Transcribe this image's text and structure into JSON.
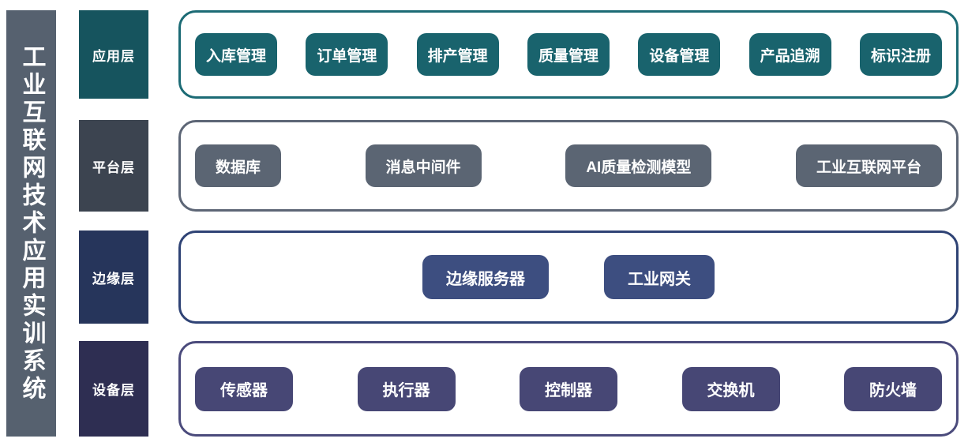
{
  "title": {
    "text": "工业互联网技术应用实训系统"
  },
  "colors": {
    "title_bar": "#56616F",
    "app_label": "#16545E",
    "app_border": "#1C6B75",
    "app_pill": "#19636D",
    "platform_label": "#3C4450",
    "platform_border": "#5D6676",
    "platform_pill": "#5B6573",
    "edge_label": "#26355B",
    "edge_border": "#2F4375",
    "edge_pill": "#3D4E80",
    "device_label": "#2E2E52",
    "device_border": "#4B4B7C",
    "device_pill": "#474775",
    "background": "#FFFFFF",
    "text": "#FFFFFF"
  },
  "layers": [
    {
      "id": "application",
      "label": "应用层",
      "items": [
        "入库管理",
        "订单管理",
        "排产管理",
        "质量管理",
        "设备管理",
        "产品追溯",
        "标识注册"
      ]
    },
    {
      "id": "platform",
      "label": "平台层",
      "items": [
        "数据库",
        "消息中间件",
        "AI质量检测模型",
        "工业互联网平台"
      ]
    },
    {
      "id": "edge",
      "label": "边缘层",
      "items": [
        "边缘服务器",
        "工业网关"
      ]
    },
    {
      "id": "device",
      "label": "设备层",
      "items": [
        "传感器",
        "执行器",
        "控制器",
        "交换机",
        "防火墙"
      ]
    }
  ]
}
